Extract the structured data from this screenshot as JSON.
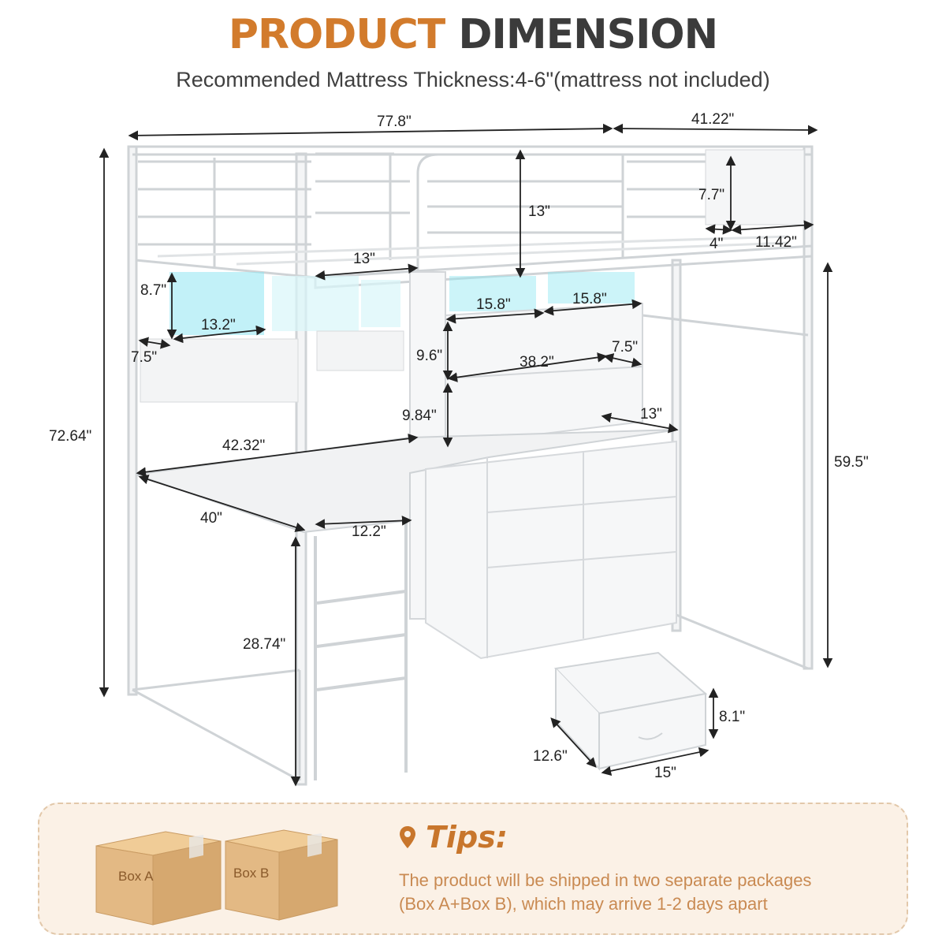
{
  "header": {
    "title_part1": "PRODUCT",
    "title_part2": "DIMENSION",
    "subtitle": "Recommended Mattress Thickness:4-6\"(mattress not included)"
  },
  "dimensions": {
    "overall_length": "77.8\"",
    "overall_width": "41.22\"",
    "overall_height": "72.64\"",
    "guardrail_height": "13\"",
    "ladder_opening": "13\"",
    "pocket_height": "7.7\"",
    "pocket_gap": "4\"",
    "pocket_width": "11.42\"",
    "cubby_height": "8.7\"",
    "cubby_width": "13.2\"",
    "cubby_depth": "7.5\"",
    "shelf_width_left": "15.8\"",
    "shelf_width_right": "15.8\"",
    "shelf_height_upper": "9.6\"",
    "shelf_length": "38.2\"",
    "shelf_depth": "7.5\"",
    "shelf_height_lower": "9.84\"",
    "dresser_depth": "13\"",
    "clearance_height": "59.5\"",
    "desk_length": "42.32\"",
    "desk_width": "40\"",
    "desk_return": "12.2\"",
    "desk_height": "28.74\"",
    "drawer_height": "8.1\"",
    "drawer_depth": "12.6\"",
    "drawer_width": "15\""
  },
  "tips": {
    "title": "Tips:",
    "line1": "The product will be shipped in two separate packages",
    "line2": "(Box A+Box B), which may arrive 1-2 days apart",
    "box_a": "Box A",
    "box_b": "Box B"
  },
  "colors": {
    "accent": "#d27b2c",
    "title_dark": "#3b3b3b",
    "tips_bg": "#fbf1e6",
    "led_glow": "#8fe6f2",
    "box_cardboard": "#e3b984"
  }
}
